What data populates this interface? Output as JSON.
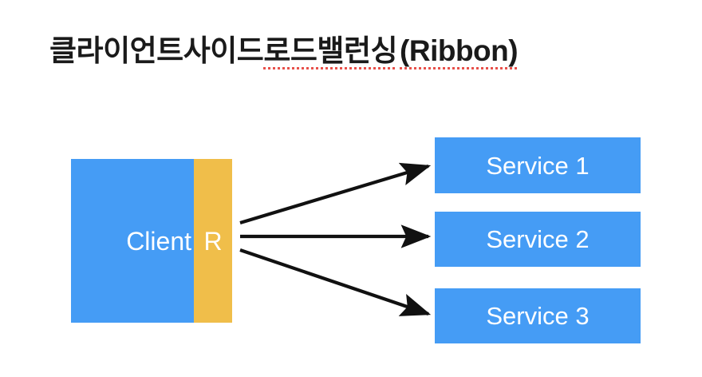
{
  "slide": {
    "background_color": "#ffffff",
    "title": {
      "full_text": "클라이언트사이드 로드밸런싱(Ribbon)",
      "plain_part": "클라이언트사이드 ",
      "underlined_part_1": "로드밸런싱",
      "underlined_part_2": "(Ribbon)",
      "color": "#1a1a1a",
      "spellcheck_underline_color": "#e8504a"
    }
  },
  "diagram": {
    "type": "client-side-load-balancing",
    "client": {
      "label": "Client",
      "color": "#459CF5",
      "ribbon": {
        "label": "R",
        "color": "#F0BE4A",
        "meaning": "Ribbon"
      }
    },
    "services": [
      {
        "label": "Service 1",
        "color": "#459CF5"
      },
      {
        "label": "Service 2",
        "color": "#459CF5"
      },
      {
        "label": "Service 3",
        "color": "#459CF5"
      }
    ],
    "connections": [
      {
        "from": "Client R",
        "to": "Service 1",
        "style": "arrow",
        "color": "#111111"
      },
      {
        "from": "Client R",
        "to": "Service 2",
        "style": "arrow",
        "color": "#111111"
      },
      {
        "from": "Client R",
        "to": "Service 3",
        "style": "arrow",
        "color": "#111111"
      }
    ]
  }
}
